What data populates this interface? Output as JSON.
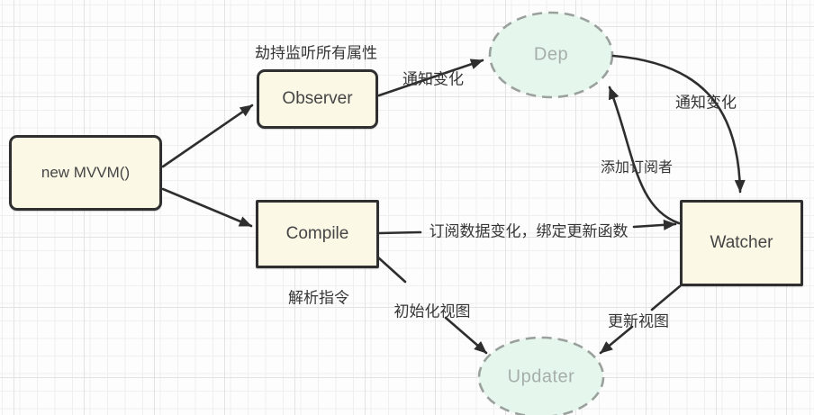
{
  "diagram_type": "flowchart",
  "nodes": {
    "new_mvvm": {
      "label": "new MVVM()",
      "shape": "rounded-rect"
    },
    "observer": {
      "label": "Observer",
      "shape": "rounded-rect"
    },
    "compile": {
      "label": "Compile",
      "shape": "rect"
    },
    "watcher": {
      "label": "Watcher",
      "shape": "rect"
    },
    "dep": {
      "label": "Dep",
      "shape": "dashed-ellipse"
    },
    "updater": {
      "label": "Updater",
      "shape": "dashed-ellipse"
    }
  },
  "edges": [
    {
      "from": "new_mvvm",
      "to": "observer",
      "label": ""
    },
    {
      "from": "new_mvvm",
      "to": "compile",
      "label": ""
    },
    {
      "from": "observer",
      "to": "dep",
      "label": "通知变化"
    },
    {
      "from": "dep",
      "to": "watcher",
      "label": "通知变化"
    },
    {
      "from": "watcher",
      "to": "dep",
      "label": "添加订阅者"
    },
    {
      "from": "compile",
      "to": "watcher",
      "label": "订阅数据变化，绑定更新函数"
    },
    {
      "from": "compile",
      "to": "updater",
      "label": "初始化视图"
    },
    {
      "from": "watcher",
      "to": "updater",
      "label": "更新视图"
    }
  ],
  "annotations": [
    {
      "target": "observer",
      "text": "劫持监听所有属性"
    },
    {
      "target": "compile",
      "text": "解析指令"
    }
  ],
  "colors": {
    "node_fill": "#fbf8e6",
    "node_border": "#2f2f2f",
    "ellipse_fill": "#e5f6ec",
    "ellipse_border": "#9aa19d",
    "ellipse_text": "#a6aeaa",
    "edge_label_text": "#363636",
    "arrow_stroke": "#2e2e2e",
    "grid_minor": "#efeff1",
    "grid_major": "#e3e3e3",
    "background": "#fdfdfd"
  }
}
